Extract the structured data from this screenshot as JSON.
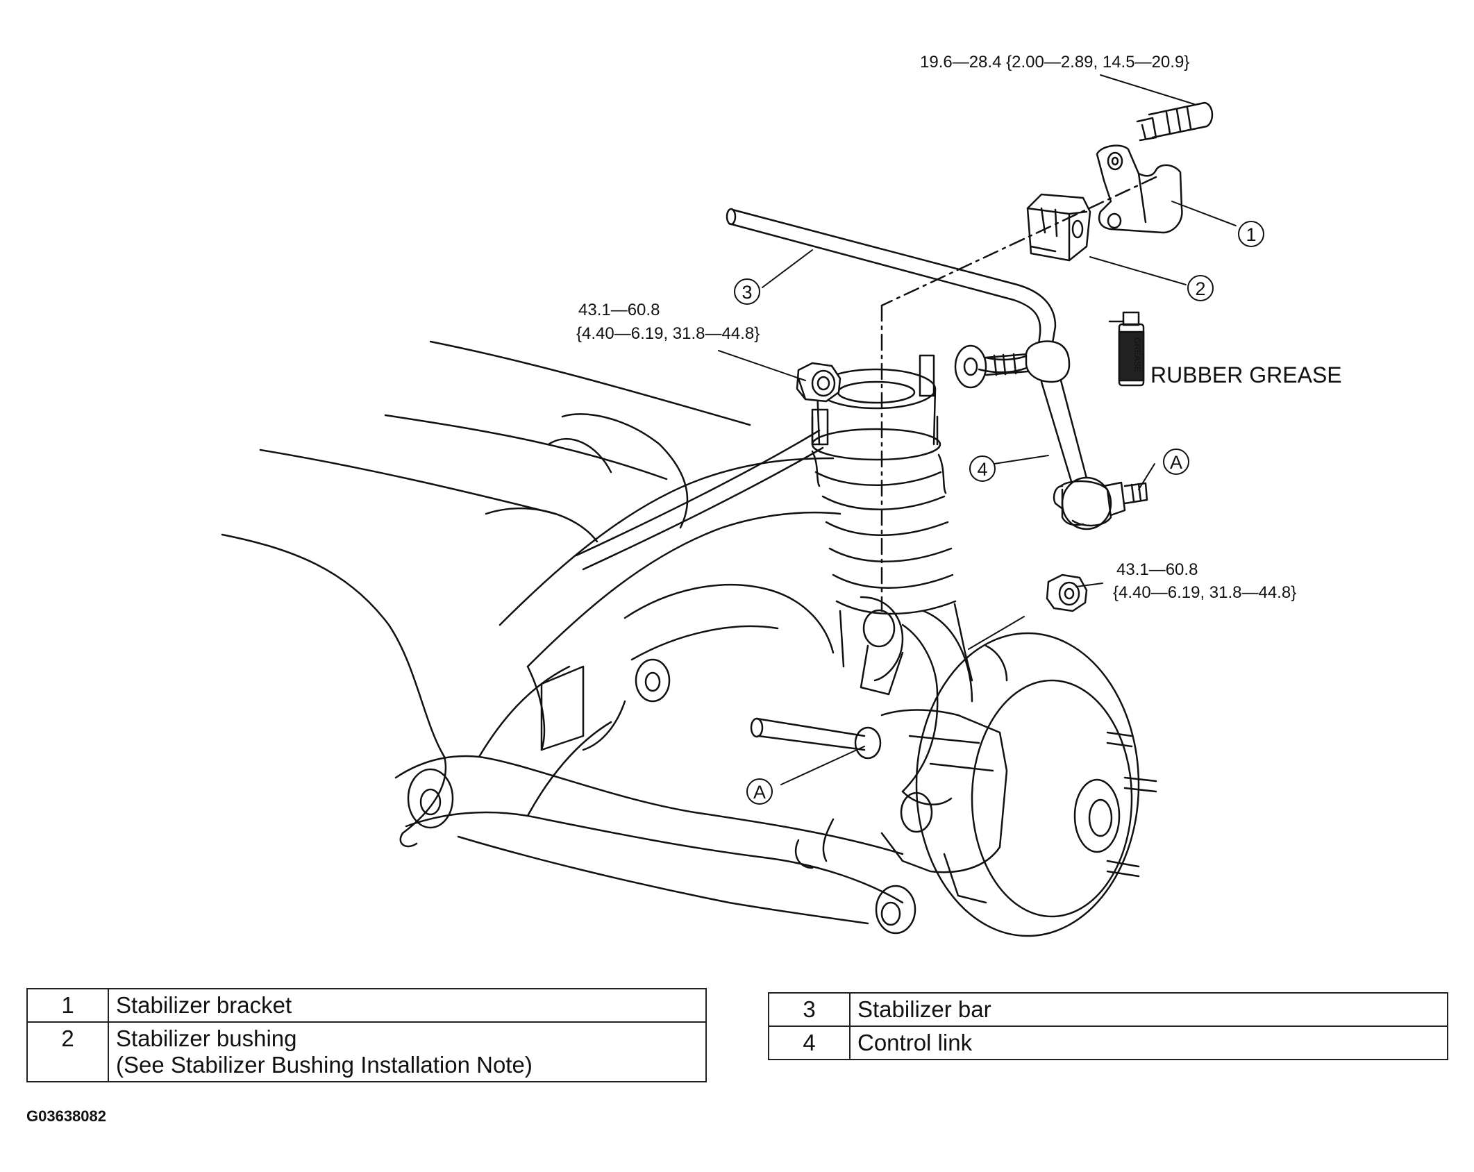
{
  "torque_specs": {
    "bracket_bolt": "19.6—28.4 {2.00—2.89, 14.5—20.9}",
    "upper_nut_line1": "43.1—60.8",
    "upper_nut_line2": "{4.40—6.19, 31.8—44.8}",
    "lower_nut_line1": "43.1—60.8",
    "lower_nut_line2": "{4.40—6.19, 31.8—44.8}"
  },
  "callouts": {
    "c1": "1",
    "c2": "2",
    "c3": "3",
    "c4": "4",
    "a_upper": "A",
    "a_lower": "A"
  },
  "grease_label": "RUBBER GREASE",
  "grease_can_text": "GREASE",
  "legend": [
    {
      "num": "1",
      "name": "Stabilizer bracket",
      "note": ""
    },
    {
      "num": "2",
      "name": "Stabilizer bushing",
      "note": "(See Stabilizer Bushing Installation Note)"
    },
    {
      "num": "3",
      "name": "Stabilizer bar",
      "note": ""
    },
    {
      "num": "4",
      "name": "Control link",
      "note": ""
    }
  ],
  "figure_id": "G03638082"
}
